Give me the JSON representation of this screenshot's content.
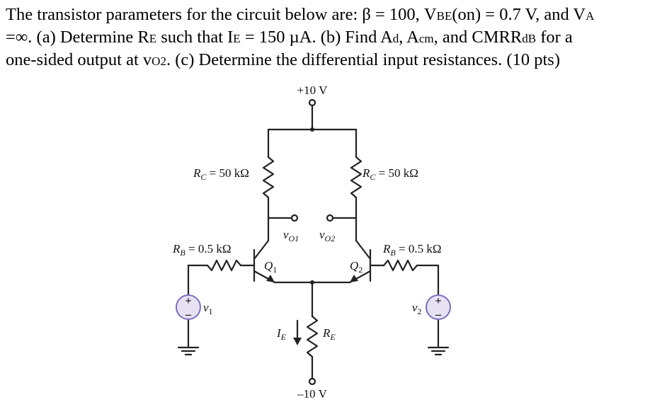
{
  "problem": {
    "l1_a": "The transistor parameters for the circuit below are: β = 100, V",
    "l1_sub1": "BE",
    "l1_b": "(on) = 0.7 V, and V",
    "l1_sub2": "A",
    "l2_a": "=∞. (a) Determine R",
    "l2_sub1": "E",
    "l2_b": " such that I",
    "l2_sub2": "E",
    "l2_c": " = 150 µA. (b) Find A",
    "l2_sub3": "d",
    "l2_d": ", A",
    "l2_sub4": "cm",
    "l2_e": ", and CMRR",
    "l2_sub5": "dB",
    "l2_f": " for a",
    "l3_a": "one-sided output at v",
    "l3_sub1": "O2",
    "l3_b": ". (c) Determine the differential input resistances. (10 pts)"
  },
  "circuit": {
    "vplus": "+10 V",
    "vminus": "–10 V",
    "rc_left": {
      "name": "R",
      "sub": "C",
      "value": " = 50 kΩ"
    },
    "rc_right": {
      "name": "R",
      "sub": "C",
      "value": " = 50 kΩ"
    },
    "rb_left": {
      "name": "R",
      "sub": "B",
      "value": " = 0.5 kΩ"
    },
    "rb_right": {
      "name": "R",
      "sub": "B",
      "value": " = 0.5 kΩ"
    },
    "q1": {
      "name": "Q",
      "sub": "1"
    },
    "q2": {
      "name": "Q",
      "sub": "2"
    },
    "vo1": {
      "name": "v",
      "sub": "O1"
    },
    "vo2": {
      "name": "v",
      "sub": "O2"
    },
    "v1": {
      "name": "v",
      "sub": "1"
    },
    "v2": {
      "name": "v",
      "sub": "2"
    },
    "ie": {
      "name": "I",
      "sub": "E"
    },
    "re": {
      "name": "R",
      "sub": "E"
    },
    "plus_sign": "+",
    "minus_sign": "–",
    "source_fill": "#e6e1f3",
    "source_stroke": "#7b6fbf"
  }
}
